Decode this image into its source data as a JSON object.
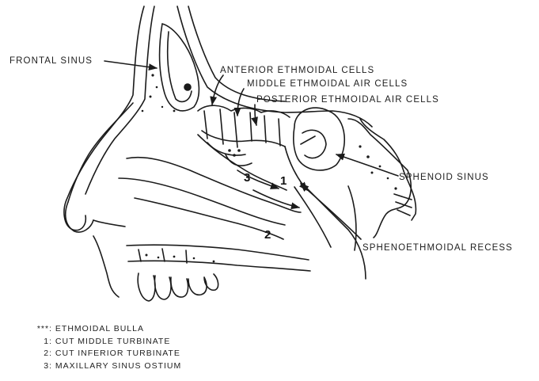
{
  "labels": {
    "frontal_sinus": "FRONTAL SINUS",
    "anterior_ethmoidal_cells": "ANTERIOR ETHMOIDAL CELLS",
    "middle_ethmoidal_air_cells": "MIDDLE ETHMOIDAL AIR CELLS",
    "posterior_ethmoidal_air_cells": "POSTERIOR ETHMOIDAL AIR CELLS",
    "sphenoid_sinus": "SPHENOID SINUS",
    "sphenoethmoidal_recess": "SPHENOETHMOIDAL RECESS"
  },
  "markers": {
    "one": "1",
    "two": "2",
    "three": "3"
  },
  "legend": [
    {
      "key": "***:",
      "text": "ETHMOIDAL BULLA"
    },
    {
      "key": "1:",
      "text": "CUT MIDDLE TURBINATE"
    },
    {
      "key": "2:",
      "text": "CUT INFERIOR TURBINATE"
    },
    {
      "key": "3:",
      "text": "MAXILLARY SINUS OSTIUM"
    }
  ]
}
